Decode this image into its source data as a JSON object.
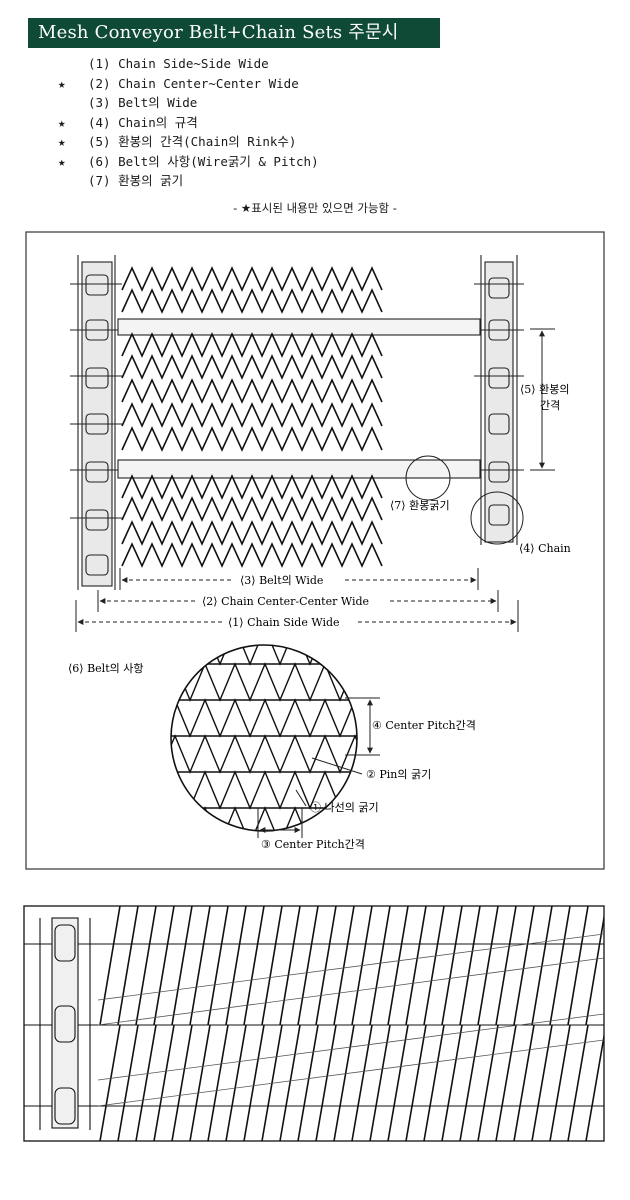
{
  "header": {
    "title": "Mesh Conveyor Belt+Chain Sets 주문시"
  },
  "items": [
    {
      "star": "",
      "text": "(1) Chain Side~Side Wide"
    },
    {
      "star": "★",
      "text": "(2) Chain Center~Center Wide"
    },
    {
      "star": "",
      "text": "(3) Belt의 Wide"
    },
    {
      "star": "★",
      "text": "(4) Chain의 규격"
    },
    {
      "star": "★",
      "text": "(5) 환봉의 간격(Chain의 Rink수)"
    },
    {
      "star": "★",
      "text": "(6) Belt의 사항(Wire굵기 & Pitch)"
    },
    {
      "star": "",
      "text": "(7) 환봉의 굵기"
    }
  ],
  "note": "- ★표시된 내용만 있으면 가능함 -",
  "diagram": {
    "labels": {
      "rod_spacing_1": "⟨5⟩ 환봉의",
      "rod_spacing_2": "간격",
      "rod_thickness": "⟨7⟩ 환봉굵기",
      "chain": "⟨4⟩ Chain",
      "belt_wide": "⟨3⟩ Belt의 Wide",
      "center_wide": "⟨2⟩ Chain Center-Center Wide",
      "side_wide": "⟨1⟩ Chain Side Wide",
      "belt_spec": "⟨6⟩ Belt의 사항",
      "center_pitch_v": "④ Center Pitch간격",
      "pin": "② Pin의 굵기",
      "spiral": "① 나선의 굵기",
      "center_pitch_h": "③ Center Pitch간격"
    }
  }
}
